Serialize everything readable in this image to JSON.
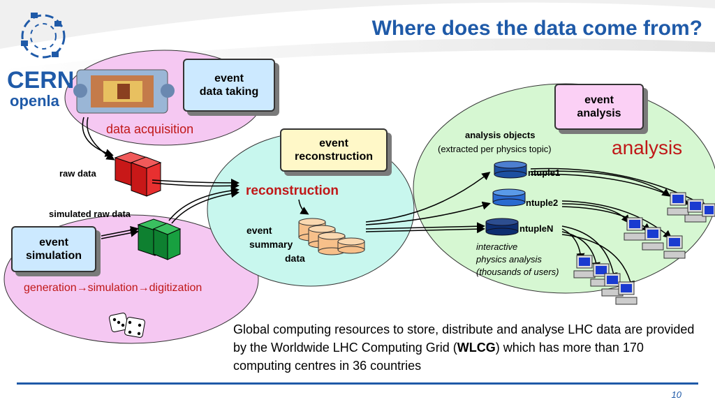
{
  "slide": {
    "title": "Where does the data come from?",
    "page_number": "10"
  },
  "logo": {
    "brand_line1": "CERN",
    "brand_line2": "openla"
  },
  "boxes": {
    "event_data_taking": [
      "event",
      "data taking"
    ],
    "event_reconstruction": [
      "event",
      "reconstruction"
    ],
    "event_analysis": [
      "event",
      "analysis"
    ],
    "event_simulation": [
      "event",
      "simulation"
    ]
  },
  "labels": {
    "data_acquisition": "data acquisition",
    "raw_data": "raw data",
    "simulated_raw_data": "simulated raw data",
    "generation_chain": "generation→simulation→digitization",
    "reconstruction": "reconstruction",
    "event_summary_data": [
      "event",
      "summary",
      "data"
    ],
    "analysis": "analysis",
    "analysis_objects": "analysis objects",
    "analysis_objects_sub": "(extracted per physics topic)",
    "ntuple1": "ntuple1",
    "ntuple2": "ntuple2",
    "ntupleN": "ntupleN",
    "interactive": [
      "interactive",
      "physics analysis",
      "(thousands of users)"
    ]
  },
  "body": {
    "part1": "Global computing resources to store, distribute and analyse LHC data are provided by the Worldwide LHC Computing Grid (",
    "wlcg": "WLCG",
    "part2": ") which has more than 170 computing centres in 36 countries"
  },
  "colors": {
    "title_blue": "#1f5aa8",
    "pink_ellipse": "#f5c8f2",
    "green_ellipse": "#d6f7d2",
    "cyan_ellipse": "#c8f7ee",
    "box_blue": "#cce9ff",
    "box_yellow": "#fff8c8",
    "box_pink": "#fbd0f5",
    "label_red": "#c01818",
    "raw_red": "#e83030",
    "sim_green": "#18a040",
    "esd_orange": "#f7c08a",
    "ntuple_blue": "#1d4fa0"
  }
}
